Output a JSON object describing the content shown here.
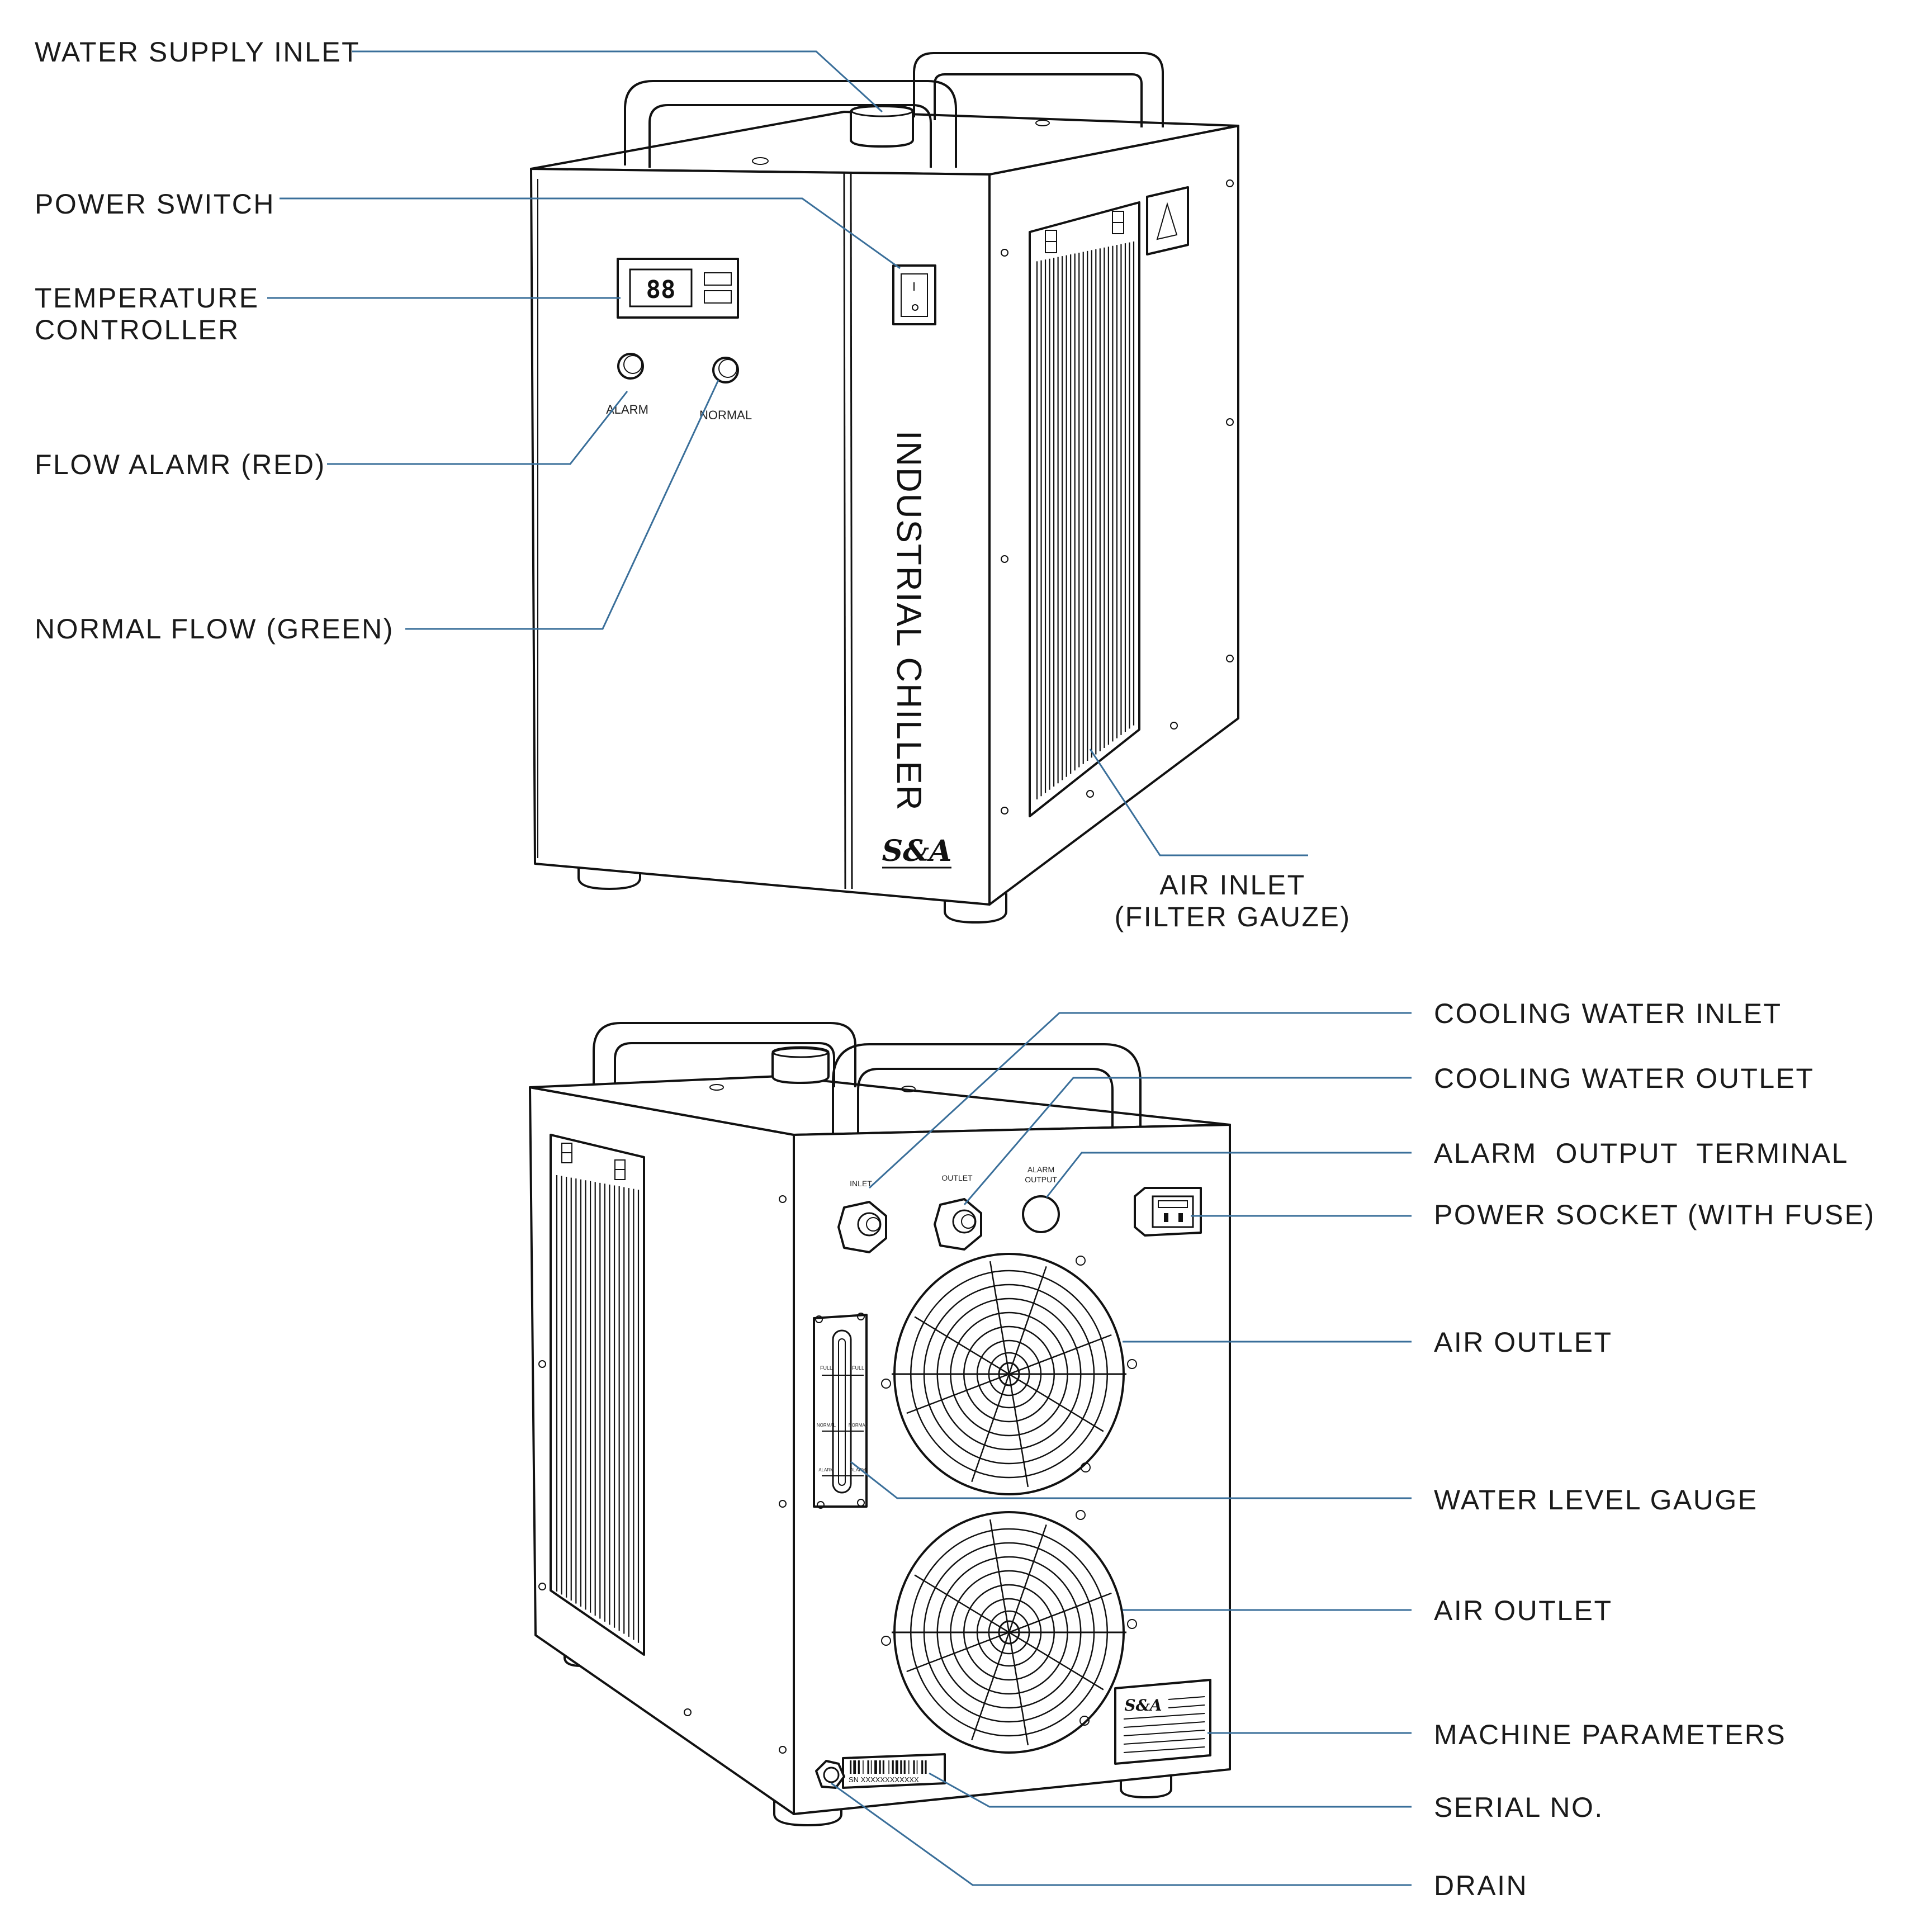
{
  "diagram": {
    "front_view": {
      "callouts": {
        "water_supply_inlet": "WATER SUPPLY INLET",
        "power_switch": "POWER SWITCH",
        "temperature_controller_line1": "TEMPERATURE",
        "temperature_controller_line2": "CONTROLLER",
        "flow_alarm": "FLOW ALAMR (RED)",
        "normal_flow": "NORMAL FLOW (GREEN)",
        "air_inlet_line1": "AIR INLET",
        "air_inlet_line2": "(FILTER GAUZE)"
      },
      "panel_text": {
        "display_value": "88",
        "alarm_label": "ALARM",
        "normal_label": "NORMAL",
        "product_name": "INDUSTRIAL CHILLER"
      },
      "logo": "S&A"
    },
    "rear_view": {
      "callouts": {
        "cooling_water_inlet": "COOLING WATER INLET",
        "cooling_water_outlet": "COOLING WATER OUTLET",
        "alarm_output_terminal": "ALARM  OUTPUT  TERMINAL",
        "power_socket": "POWER SOCKET (WITH FUSE)",
        "air_outlet_upper": "AIR OUTLET",
        "water_level_gauge": "WATER LEVEL GAUGE",
        "air_outlet_lower": "AIR OUTLET",
        "machine_parameters": "MACHINE PARAMETERS",
        "serial_no": "SERIAL NO.",
        "drain": "DRAIN"
      },
      "panel_text": {
        "inlet_label": "INLET",
        "outlet_label": "OUTLET",
        "alarm_output_line1": "ALARM",
        "alarm_output_line2": "OUTPUT",
        "serial_text": "SN  XXXXXXXXXXXX",
        "gauge_full_left": "FULL",
        "gauge_full_right": "FULL",
        "gauge_normal_left": "NORMAL",
        "gauge_normal_right": "NORMAL",
        "gauge_alarm_left": "ALARM",
        "gauge_alarm_right": "ALARM"
      },
      "logo": "S&A"
    }
  }
}
